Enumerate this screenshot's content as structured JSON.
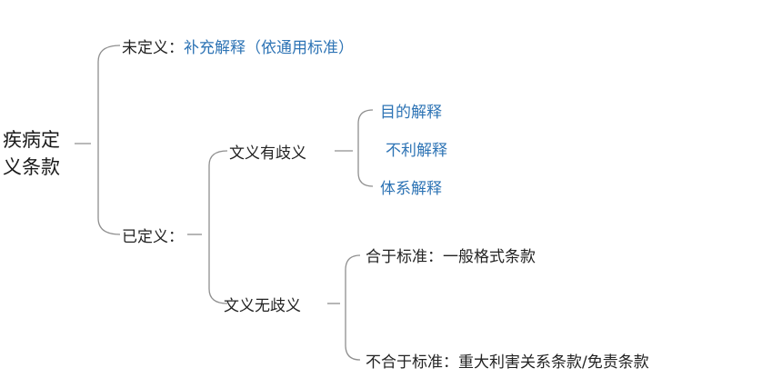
{
  "root": {
    "line1": "疾病定",
    "line2": "义条款"
  },
  "undefined_branch": {
    "label": "未定义：",
    "note": "补充解释（依通用标准）"
  },
  "defined_branch": {
    "label": "已定义："
  },
  "ambiguous": {
    "label": "文义有歧义",
    "children": [
      "目的解释",
      "不利解释",
      "体系解释"
    ]
  },
  "unambiguous": {
    "label": "文义无歧义",
    "children": [
      {
        "label": "合于标准：",
        "note": "一般格式条款"
      },
      {
        "label": "不合于标准：",
        "note": "重大利害关系条款/免责条款"
      }
    ]
  },
  "colors": {
    "accent": "#2e74b5",
    "text": "#222222",
    "line": "#8f8f8f"
  }
}
